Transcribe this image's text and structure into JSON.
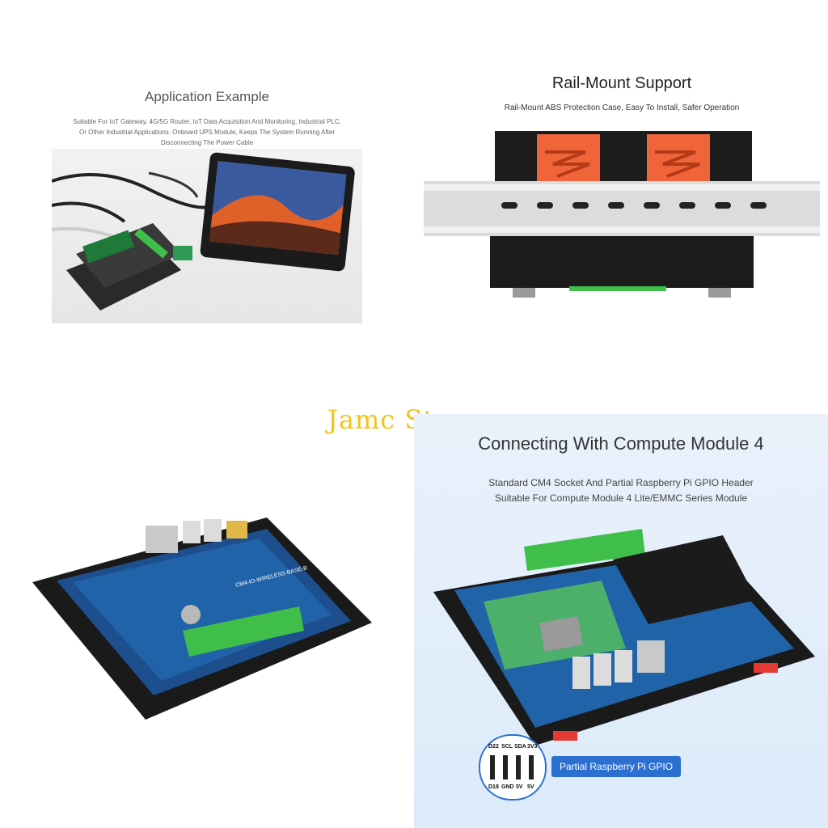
{
  "application_panel": {
    "title": "Application Example",
    "description_lines": [
      "Suitable For IoT Gateway, 4G/5G Router, IoT Data Acquisition And Monitoring, Industrial PLC,",
      "Or Other Industrial Applications. Onboard UPS Module, Keeps The System Running After",
      "Disconnecting The Power Cable"
    ]
  },
  "rail_panel": {
    "title": "Rail-Mount Support",
    "subtitle": "Rail-Mount ABS Protection Case, Easy To Install, Safer Operation"
  },
  "watermark": "Jamc Store",
  "board_panel": {
    "board_label": "CM4-IO-WIRELESS-BASE-B"
  },
  "cm4_panel": {
    "title": "Connecting With Compute Module 4",
    "subtitle_lines": [
      "Standard CM4 Socket And Partial Raspberry Pi GPIO Header",
      "Suitable For Compute Module 4 Lite/EMMC Series Module"
    ],
    "gpio_callout": "Partial Raspberry Pi GPIO",
    "gpio_top_labels": [
      "D22",
      "SCL",
      "SDA",
      "3V3"
    ],
    "gpio_bottom_labels": [
      "D18",
      "GND",
      "5V",
      "5V"
    ]
  },
  "colors": {
    "accent_blue": "#2b6fd1",
    "watermark_yellow": "#f0c419",
    "terminal_green": "#3fbf4a",
    "rail_clip_orange": "#f0643a"
  }
}
